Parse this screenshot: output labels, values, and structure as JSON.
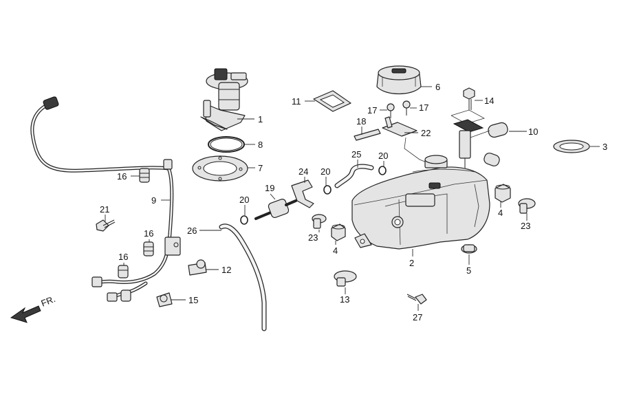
{
  "direction_label": "FR.",
  "callouts": [
    {
      "id": "c1",
      "label": "1"
    },
    {
      "id": "c2",
      "label": "2"
    },
    {
      "id": "c3",
      "label": "3"
    },
    {
      "id": "c4a",
      "label": "4"
    },
    {
      "id": "c4b",
      "label": "4"
    },
    {
      "id": "c5",
      "label": "5"
    },
    {
      "id": "c6",
      "label": "6"
    },
    {
      "id": "c7",
      "label": "7"
    },
    {
      "id": "c8",
      "label": "8"
    },
    {
      "id": "c9",
      "label": "9"
    },
    {
      "id": "c10",
      "label": "10"
    },
    {
      "id": "c11",
      "label": "11"
    },
    {
      "id": "c12",
      "label": "12"
    },
    {
      "id": "c13",
      "label": "13"
    },
    {
      "id": "c14",
      "label": "14"
    },
    {
      "id": "c15",
      "label": "15"
    },
    {
      "id": "c16a",
      "label": "16"
    },
    {
      "id": "c16b",
      "label": "16"
    },
    {
      "id": "c16c",
      "label": "16"
    },
    {
      "id": "c17a",
      "label": "17"
    },
    {
      "id": "c17b",
      "label": "17"
    },
    {
      "id": "c18",
      "label": "18"
    },
    {
      "id": "c19",
      "label": "19"
    },
    {
      "id": "c20a",
      "label": "20"
    },
    {
      "id": "c20b",
      "label": "20"
    },
    {
      "id": "c20c",
      "label": "20"
    },
    {
      "id": "c21",
      "label": "21"
    },
    {
      "id": "c22",
      "label": "22"
    },
    {
      "id": "c23a",
      "label": "23"
    },
    {
      "id": "c23b",
      "label": "23"
    },
    {
      "id": "c24",
      "label": "24"
    },
    {
      "id": "c25",
      "label": "25"
    },
    {
      "id": "c26",
      "label": "26"
    },
    {
      "id": "c27",
      "label": "27"
    }
  ]
}
